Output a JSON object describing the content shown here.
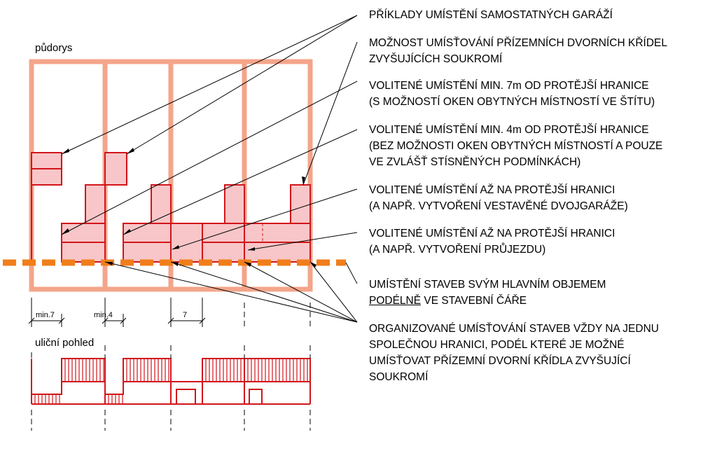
{
  "labels": {
    "plan": "půdorys",
    "street": "uliční pohled"
  },
  "dimensions": [
    "min.7",
    "min.4",
    "7"
  ],
  "annotations": [
    {
      "lines": [
        "PŘÍKLADY UMÍSTĚNÍ SAMOSTATNÝCH GARÁŽÍ"
      ]
    },
    {
      "lines": [
        "MOŽNOST UMÍSŤOVÁNÍ PŘÍZEMNÍCH DVORNÍCH  KŘÍDEL",
        "ZVYŠUJÍCÍCH SOUKROMÍ"
      ]
    },
    {
      "lines": [
        "VOLITENÉ UMÍSTĚNÍ MIN. 7m OD PROTĚJŠÍ HRANICE",
        "(S MOŽNOSTÍ OKEN OBYTNÝCH MÍSTNOSTÍ VE ŠTÍTU)"
      ]
    },
    {
      "lines": [
        "VOLITENÉ UMÍSTĚNÍ MIN. 4m OD PROTĚJŠÍ HRANICE",
        "(BEZ MOŽNOSTI OKEN OBYTNÝCH MÍSTNOSTÍ A POUZE",
        "VE ZVLÁŠŤ STÍSNĚNÝCH PODMÍNKÁCH)"
      ]
    },
    {
      "lines": [
        "VOLITENÉ UMÍSTĚNÍ AŽ NA PROTĚJŠÍ HRANICI",
        "(A NAPŘ. VYTVOŘENÍ VESTAVĚNÉ DVOJGARÁŽE)"
      ]
    },
    {
      "lines": [
        "VOLITENÉ UMÍSTĚNÍ AŽ NA PROTĚJŠÍ HRANICI",
        "(A NAPŘ. VYTVOŘENÍ PRŮJEZDU)"
      ]
    },
    {
      "lines_rich": [
        [
          "UMÍSTĚNÍ STAVEB SVÝM HLAVNÍM OBJEMEM"
        ],
        [
          "PODÉLNĚ",
          " VE STAVEBNÍ ČÁŘE"
        ]
      ]
    },
    {
      "lines": [
        "ORGANIZOVANÉ UMÍSŤOVÁNÍ STAVEB VŽDY NA JEDNU",
        "SPOLEČNOU HRANICI, PODÉL KTERÉ JE MOŽNÉ",
        "UMÍSŤOVAT PŘÍZEMNÍ DVORNÍ  KŘÍDLA ZVYŠUJÍCÍ",
        "SOUKROMÍ"
      ]
    }
  ],
  "colors": {
    "plot_border": "#f4a58a",
    "building_fill": "#f8c6c8",
    "building_stroke": "#d2151b",
    "building_line": "#c81e1e",
    "street_line": "#f07e1a",
    "leader": "#000000"
  }
}
